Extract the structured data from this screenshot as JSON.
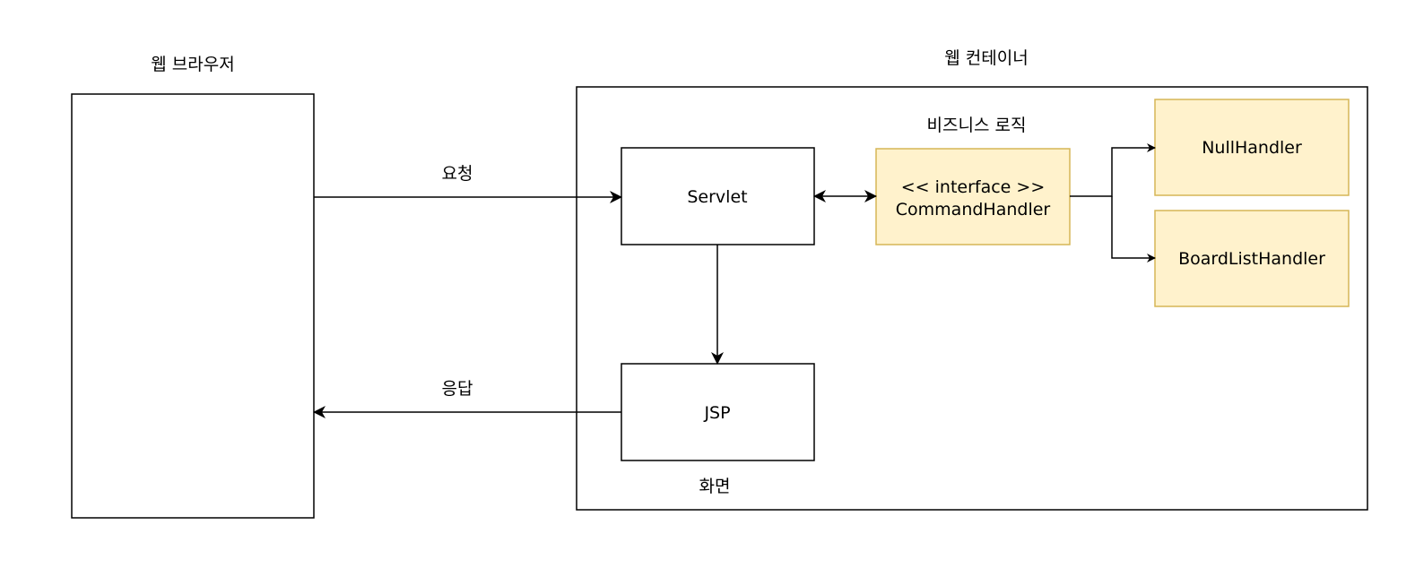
{
  "browser": {
    "title": "웹 브라우저"
  },
  "container": {
    "title": "웹 컨테이너"
  },
  "business_logic_label": "비즈니스 로직",
  "screen_label": "화면",
  "request_label": "요청",
  "response_label": "응답",
  "nodes": {
    "servlet": "Servlet",
    "jsp": "JSP",
    "command_handler_line1": "<< interface >>",
    "command_handler_line2": "CommandHandler",
    "null_handler": "NullHandler",
    "board_list_handler": "BoardListHandler"
  },
  "colors": {
    "handler_fill": "#fff2cc",
    "handler_stroke": "#d6b656",
    "line": "#000000"
  }
}
